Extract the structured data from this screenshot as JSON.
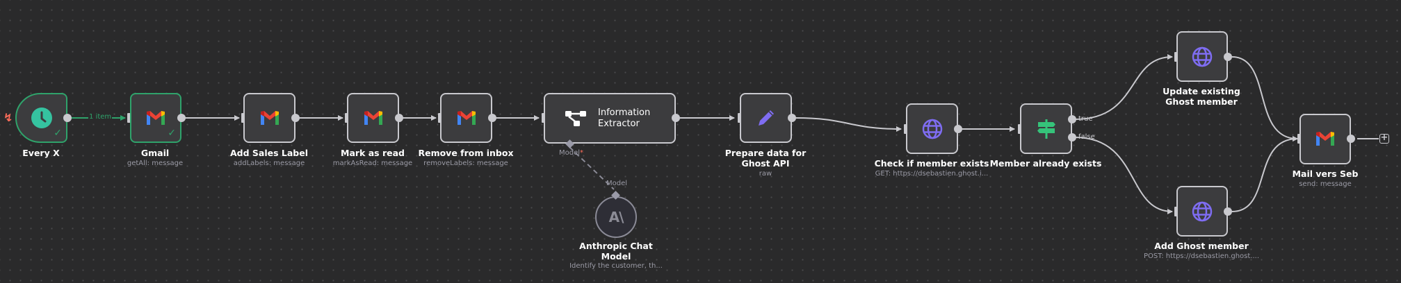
{
  "workflow": {
    "nodes": [
      {
        "id": "every_x",
        "title": "Every X",
        "subtitle": "",
        "icon": "clock-icon",
        "status": "success",
        "type": "trigger"
      },
      {
        "id": "gmail",
        "title": "Gmail",
        "subtitle": "getAll: message",
        "icon": "gmail-icon",
        "status": "success"
      },
      {
        "id": "add_sales_label",
        "title": "Add Sales Label",
        "subtitle": "addLabels: message",
        "icon": "gmail-icon"
      },
      {
        "id": "mark_as_read",
        "title": "Mark as read",
        "subtitle": "markAsRead: message",
        "icon": "gmail-icon"
      },
      {
        "id": "remove_from_inbox",
        "title": "Remove from inbox",
        "subtitle": "removeLabels: message",
        "icon": "gmail-icon"
      },
      {
        "id": "information_extractor",
        "title_line1": "Information",
        "title_line2": "Extractor",
        "icon": "information-extractor-icon",
        "model_port_label": "Model",
        "required_mark": "*"
      },
      {
        "id": "prepare_data",
        "title": "Prepare data for Ghost API",
        "subtitle": "raw",
        "icon": "pencil-icon"
      },
      {
        "id": "check_member",
        "title": "Check if member exists",
        "subtitle": "GET: https://dsebastien.ghost.i...",
        "icon": "globe-icon"
      },
      {
        "id": "member_exists",
        "title": "Member already exists",
        "subtitle": "",
        "icon": "signpost-icon",
        "outputs": [
          "true",
          "false"
        ]
      },
      {
        "id": "update_member",
        "title": "Update existing Ghost member",
        "subtitle": "",
        "icon": "globe-icon"
      },
      {
        "id": "add_member",
        "title": "Add Ghost member",
        "subtitle": "POST: https://dsebastien.ghost....",
        "icon": "globe-icon"
      },
      {
        "id": "mail_seb",
        "title": "Mail vers Seb",
        "subtitle": "send: message",
        "icon": "gmail-icon"
      },
      {
        "id": "anthropic",
        "title": "Anthropic Chat Model",
        "subtitle": "Identify the customer, th...",
        "icon": "anthropic-icon",
        "port_label": "Model"
      }
    ],
    "edge_labels": {
      "trigger_to_gmail": "1 item"
    },
    "add_button_label": "+"
  },
  "colors": {
    "background": "#2a2a2b",
    "success": "#2fa36b",
    "node_border": "#c9c9ce",
    "accent_purple": "#7f6df2",
    "switch_green": "#35c37a",
    "trigger_red": "#ff6d5a"
  }
}
